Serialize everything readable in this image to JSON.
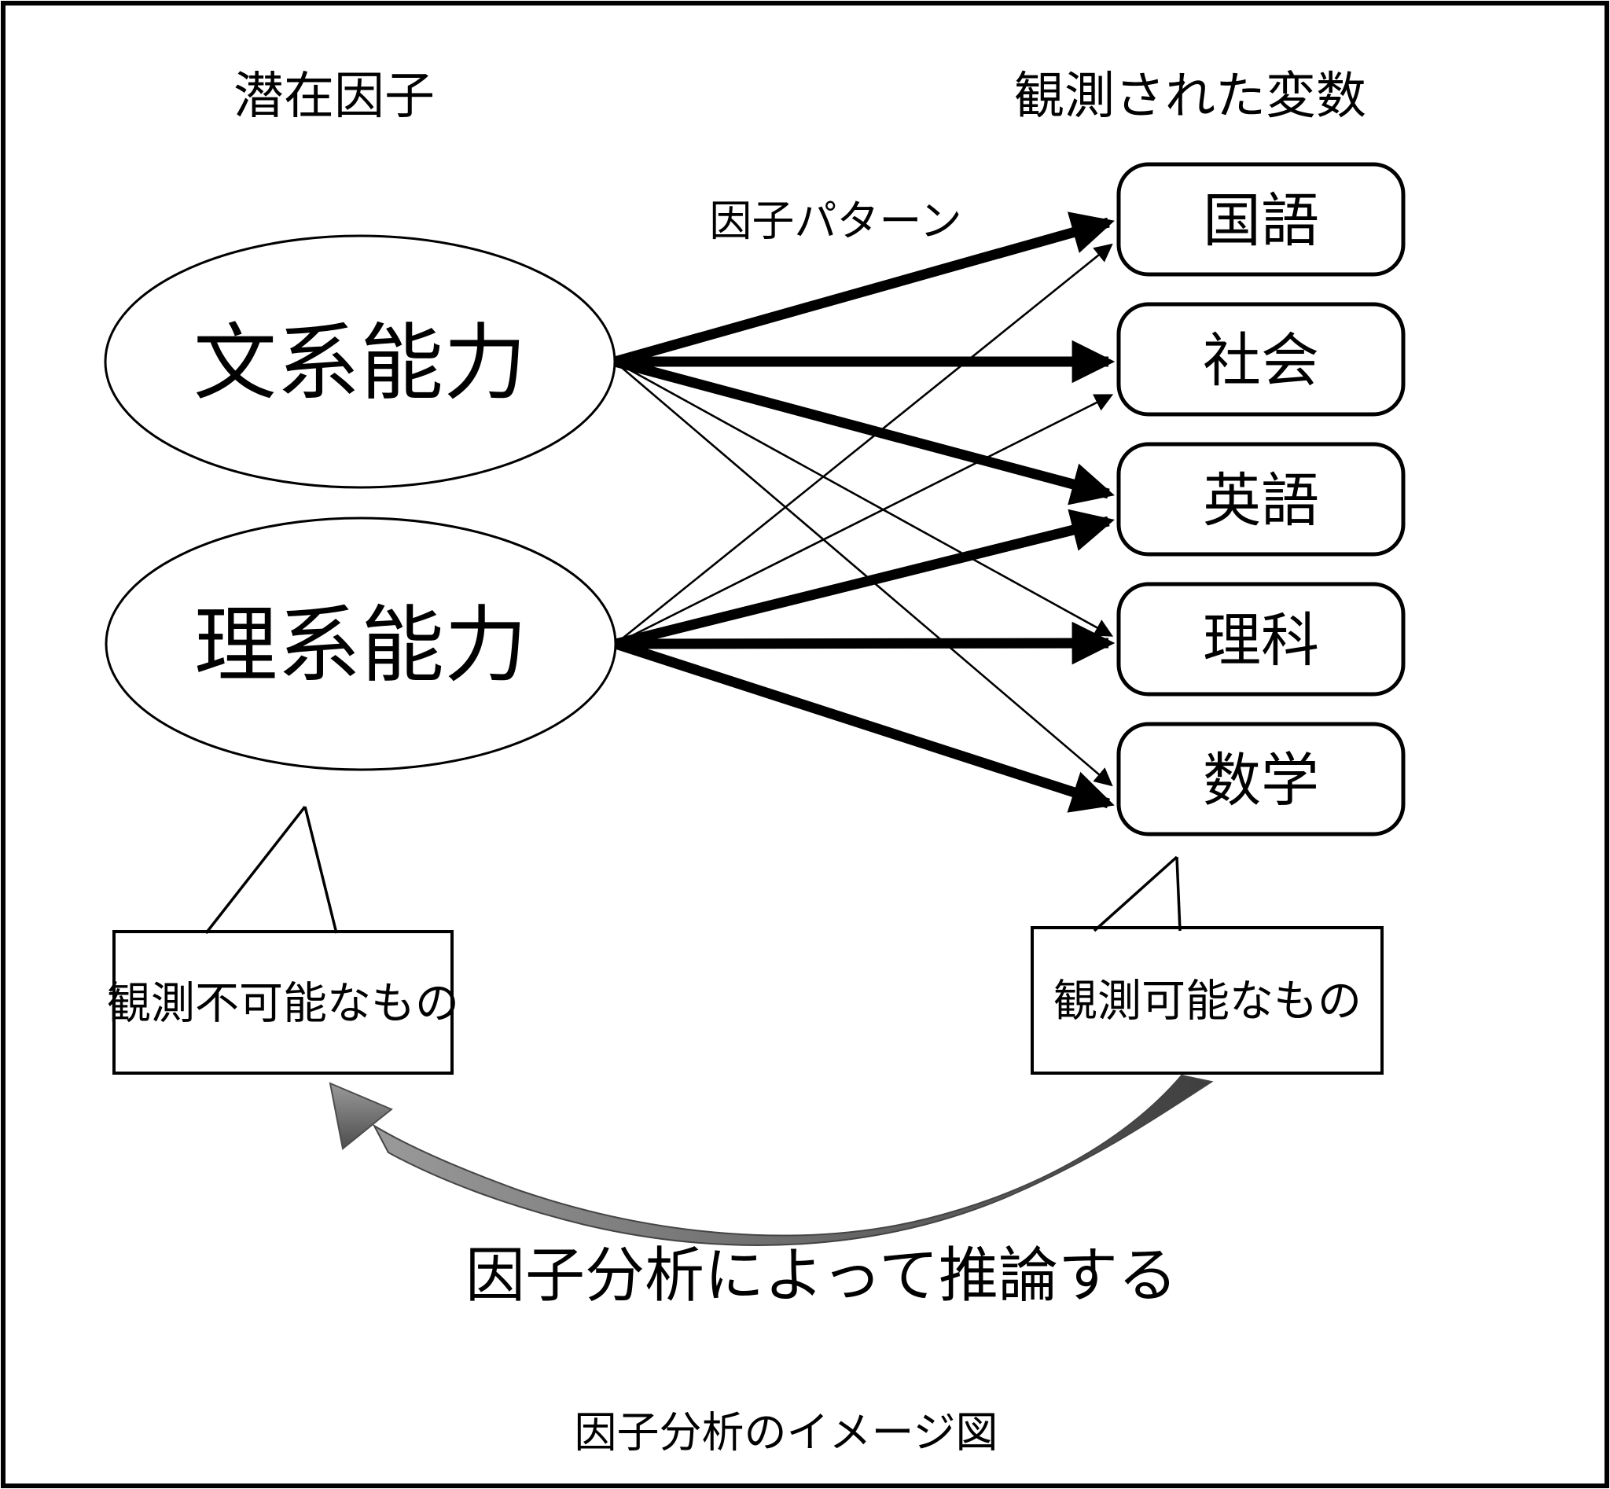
{
  "diagram": {
    "left_column_title": "潜在因子",
    "right_column_title": "観測された変数",
    "factor_pattern_label": "因子パターン",
    "factors": [
      {
        "label": "文系能力"
      },
      {
        "label": "理系能力"
      }
    ],
    "subjects": [
      {
        "label": "国語"
      },
      {
        "label": "社会"
      },
      {
        "label": "英語"
      },
      {
        "label": "理科"
      },
      {
        "label": "数学"
      }
    ],
    "edges": [
      {
        "from": 0,
        "to": 0,
        "strength": "strong"
      },
      {
        "from": 0,
        "to": 1,
        "strength": "strong"
      },
      {
        "from": 0,
        "to": 2,
        "strength": "strong"
      },
      {
        "from": 0,
        "to": 3,
        "strength": "weak"
      },
      {
        "from": 0,
        "to": 4,
        "strength": "weak"
      },
      {
        "from": 1,
        "to": 0,
        "strength": "weak"
      },
      {
        "from": 1,
        "to": 1,
        "strength": "weak"
      },
      {
        "from": 1,
        "to": 2,
        "strength": "strong"
      },
      {
        "from": 1,
        "to": 3,
        "strength": "strong"
      },
      {
        "from": 1,
        "to": 4,
        "strength": "strong"
      }
    ],
    "left_callout": "観測不可能なもの",
    "right_callout": "観測可能なもの",
    "inference_label": "因子分析によって推論する",
    "caption": "因子分析のイメージ図",
    "colors": {
      "ink": "#000000",
      "background": "#ffffff",
      "curved_arrow_dark": "#3f3f3f",
      "curved_arrow_light": "#9a9a9a"
    }
  }
}
